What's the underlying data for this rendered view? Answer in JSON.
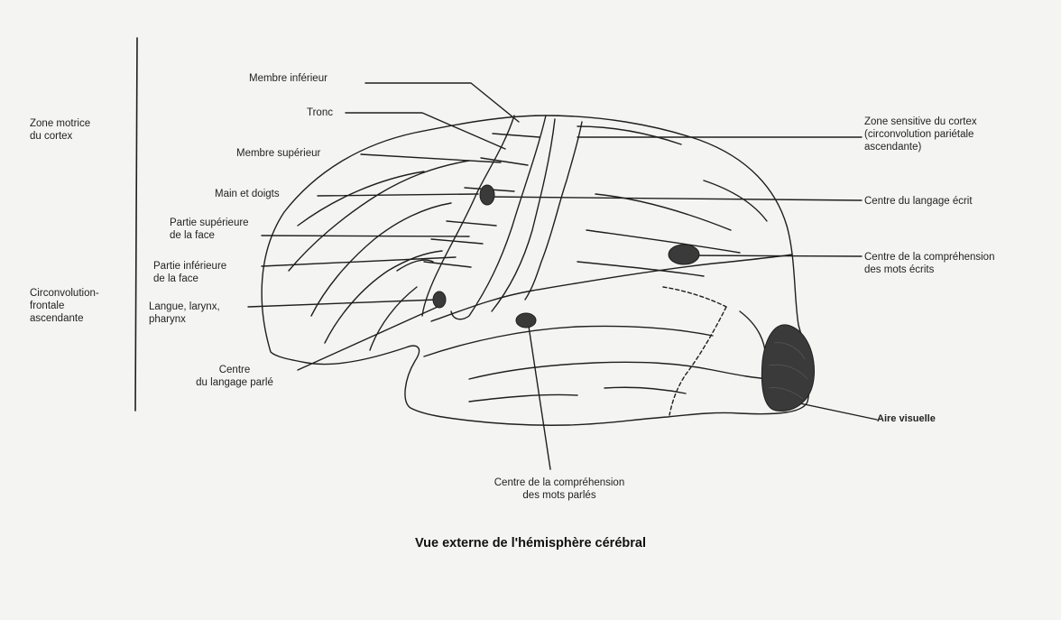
{
  "title": "Vue externe de l'hémisphère cérébral",
  "side_labels": {
    "zone_motrice": [
      "Zone motrice",
      "du cortex"
    ],
    "circonvolution_frontale": [
      "Circonvolution-",
      "frontale",
      "ascendante"
    ]
  },
  "motor_labels": {
    "membre_inferieur": "Membre inférieur",
    "tronc": "Tronc",
    "membre_superieur": "Membre supérieur",
    "main_doigts": "Main et doigts",
    "face_sup": [
      "Partie supérieure",
      "de la face"
    ],
    "face_inf": [
      "Partie inférieure",
      "de la face"
    ],
    "langue": [
      "Langue, larynx,",
      "pharynx"
    ],
    "langage_parle": [
      "Centre",
      "du langage parlé"
    ]
  },
  "right_labels": {
    "zone_sensitive": [
      "Zone sensitive du cortex",
      "(circonvolution pariétale",
      "ascendante)"
    ],
    "langage_ecrit": "Centre du langage écrit",
    "comprehension_ecrits": [
      "Centre de la compréhension",
      "des mots écrits"
    ],
    "aire_visuelle": "Aire visuelle"
  },
  "bottom_labels": {
    "comprehension_parles": [
      "Centre de la compréhension",
      "des mots parlés"
    ]
  },
  "colors": {
    "ink": "#1f1f1f",
    "area_fill": "#3a3a3a",
    "paper": "#f4f4f2"
  }
}
